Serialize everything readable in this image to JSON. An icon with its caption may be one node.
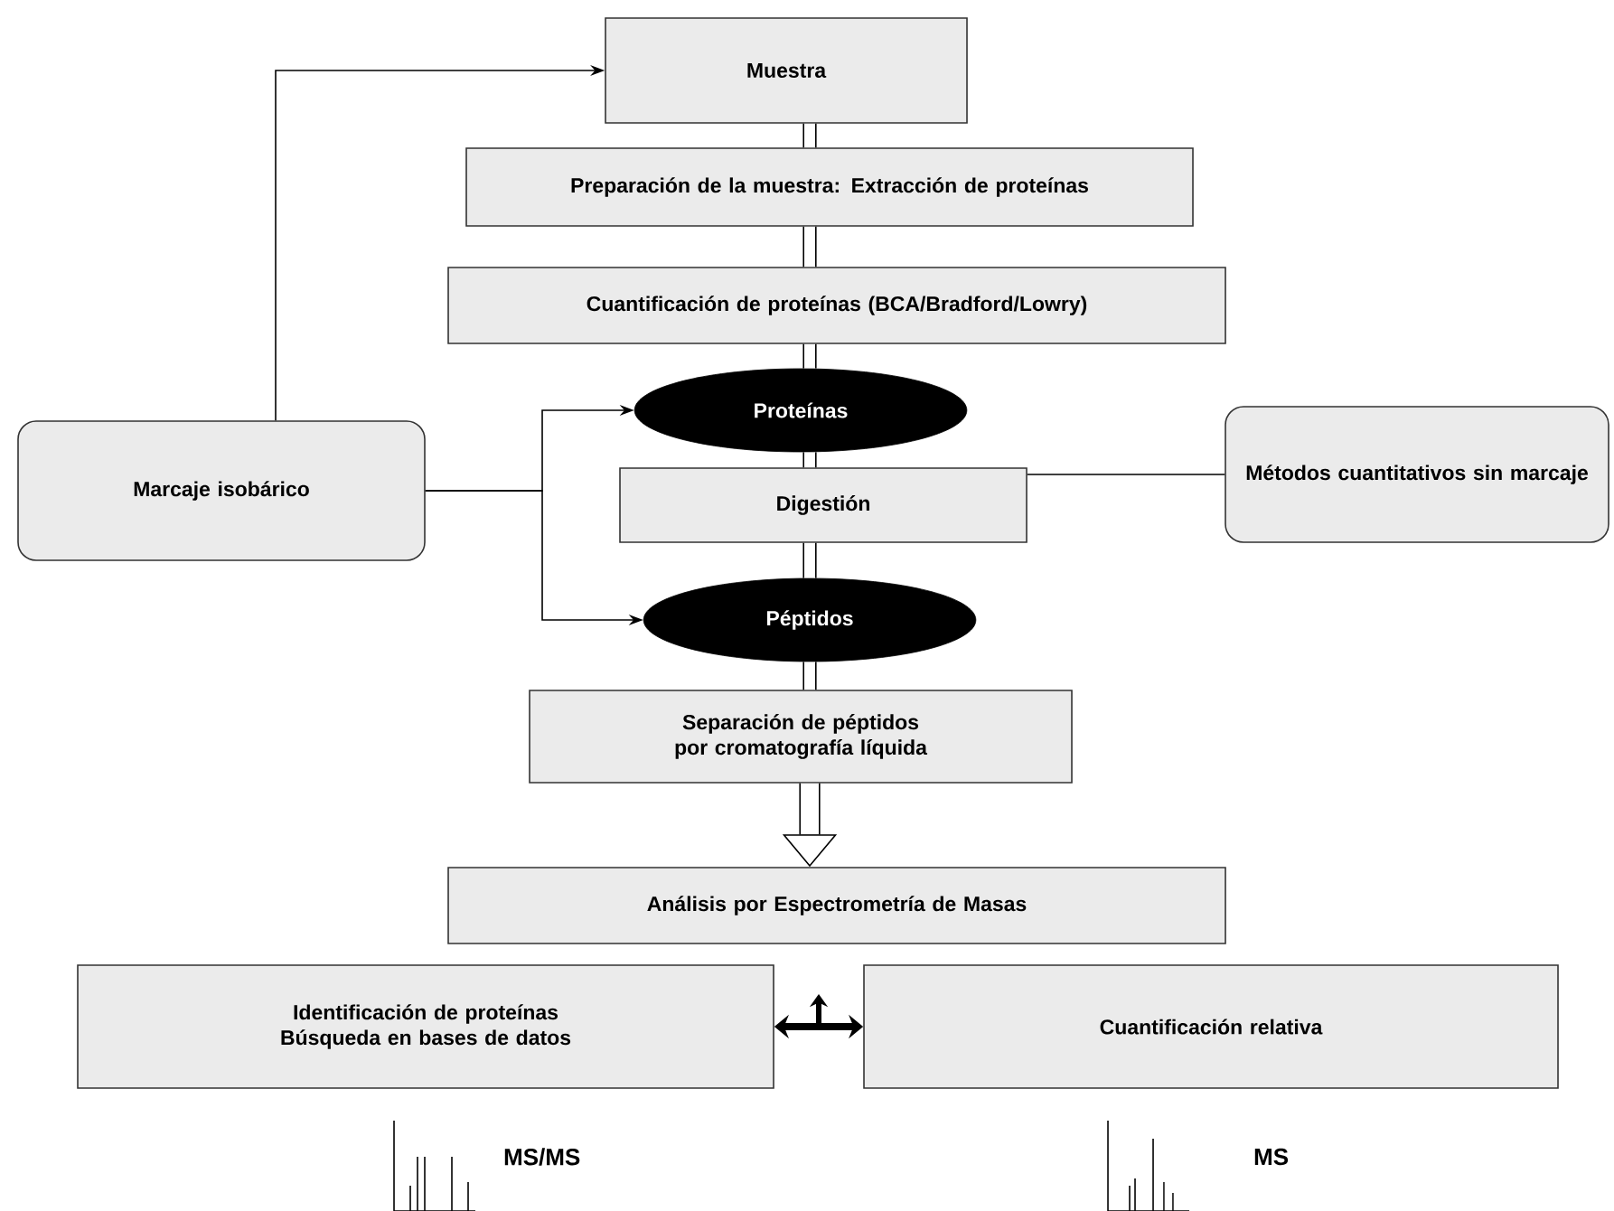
{
  "diagram": {
    "nodes": [
      {
        "text": [
          "Muestra"
        ]
      },
      {
        "text": [
          "Preparación de la muestra: Extracción de proteínas"
        ]
      },
      {
        "text": [
          "Cuantificación de proteínas (BCA/Bradford/Lowry)"
        ]
      },
      {
        "text": [
          "Proteínas"
        ]
      },
      {
        "text": [
          "Marcaje isobárico"
        ]
      },
      {
        "text": [
          "Digestión"
        ]
      },
      {
        "text": [
          "Métodos cuantitativos sin marcaje"
        ]
      },
      {
        "text": [
          "Péptidos"
        ]
      },
      {
        "text": [
          "Separación de péptidos por cromatografía líquida"
        ]
      },
      {
        "text": [
          "Análisis por Espectrometría de Masas"
        ]
      },
      {
        "text": [
          "Identificación de proteínas",
          "Búsqueda en bases de datos"
        ]
      },
      {
        "text": [
          "Cuantificación relativa"
        ]
      }
    ],
    "edges": [
      {
        "from": 0,
        "to": 1,
        "arrow": "none"
      },
      {
        "from": 1,
        "to": 2,
        "arrow": "none"
      },
      {
        "from": 2,
        "to": 3,
        "arrow": "none"
      },
      {
        "from": 3,
        "to": 5,
        "arrow": "none"
      },
      {
        "from": 5,
        "to": 7,
        "arrow": "none"
      },
      {
        "from": 7,
        "to": 8,
        "arrow": "none"
      },
      {
        "from": 8,
        "to": 9,
        "arrow": "to"
      },
      {
        "from": 4,
        "to": 0,
        "arrow": "to"
      },
      {
        "from": 4,
        "to": 3,
        "arrow": "to"
      },
      {
        "from": 4,
        "to": 7,
        "arrow": "to"
      },
      {
        "from": 6,
        "to": 5,
        "arrow": "none"
      },
      {
        "from": 10,
        "to": 11,
        "arrow": "both"
      }
    ],
    "labels": [
      "MS/MS",
      "MS"
    ]
  }
}
